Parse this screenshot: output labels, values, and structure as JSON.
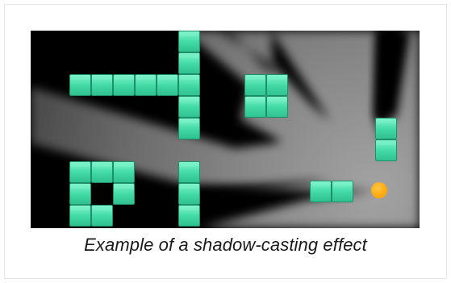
{
  "caption": "Example of a shadow-casting effect",
  "colors": {
    "background": "#000000",
    "light_core": "#9b9b9b",
    "light_edge": "#5c5c5c",
    "block_fill": "#3fd8a3",
    "block_highlight": "#7af2c6",
    "block_shadow": "#1e8f6b",
    "light_source": "#ffad00"
  },
  "scene": {
    "light_source": "orange-light-orb",
    "obstacles": "teal-square-blocks"
  }
}
